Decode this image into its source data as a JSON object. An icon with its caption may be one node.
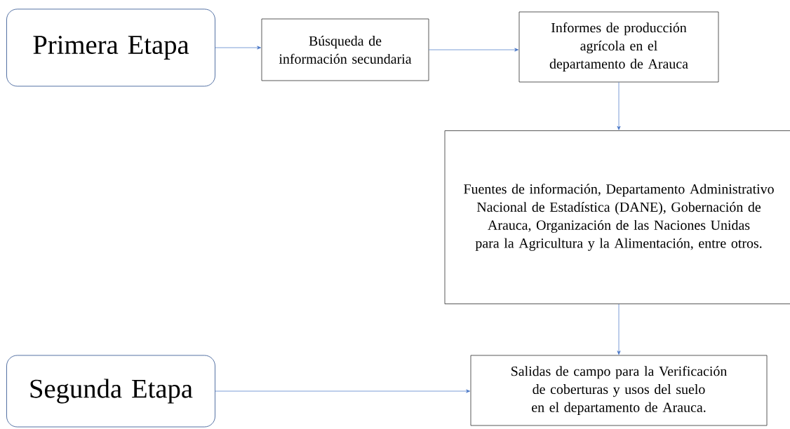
{
  "diagram": {
    "nodes": [
      {
        "text": [
          "Primera Etapa"
        ]
      },
      {
        "text": [
          "Búsqueda de información secundaria"
        ]
      },
      {
        "text": [
          "Informes de producción agrícola en el departamento de Arauca"
        ]
      },
      {
        "text": [
          "Fuentes de información, Departamento Administrativo Nacional de Estadística (DANE), Gobernación de Arauca, Organización de las Naciones Unidas para la Agricultura y la Alimentación, entre otros."
        ]
      },
      {
        "text": [
          "Segunda Etapa"
        ]
      },
      {
        "text": [
          "Salidas de campo para la Verificación de coberturas y usos del suelo en el departamento de Arauca."
        ]
      }
    ],
    "edges": [
      {
        "from": 0,
        "to": 1,
        "arrow": "to"
      },
      {
        "from": 1,
        "to": 2,
        "arrow": "to"
      },
      {
        "from": 2,
        "to": 3,
        "arrow": "to"
      },
      {
        "from": 3,
        "to": 5,
        "arrow": "to"
      },
      {
        "from": 4,
        "to": 5,
        "arrow": "to"
      }
    ]
  }
}
